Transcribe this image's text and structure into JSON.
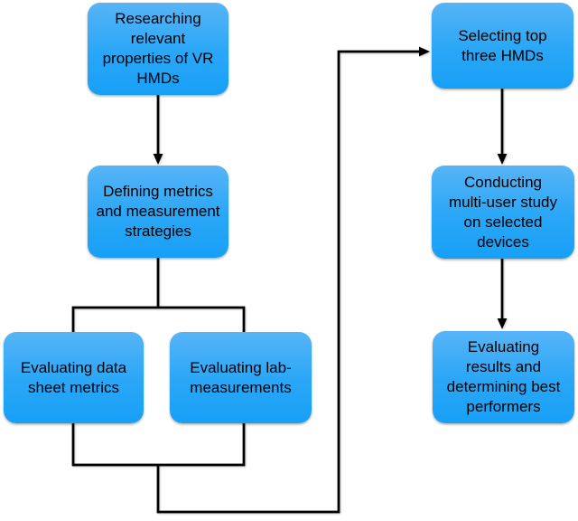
{
  "figure": {
    "type": "flowchart",
    "background_color": "#ffffff",
    "node_fill_top": "#57b4f7",
    "node_fill_bottom": "#17a0f7",
    "connector_color": "#000000",
    "text_color": "#000000"
  },
  "nodes": [
    {
      "id": "research",
      "label": "Researching\nrelevant\nproperties of VR\nHMDs"
    },
    {
      "id": "metrics",
      "label": "Defining metrics\nand measurement\nstrategies"
    },
    {
      "id": "datasheet",
      "label": "Evaluating data\nsheet metrics"
    },
    {
      "id": "lab",
      "label": "Evaluating lab-\nmeasurements"
    },
    {
      "id": "select",
      "label": "Selecting top\nthree HMDs"
    },
    {
      "id": "study",
      "label": "Conducting\nmulti-user study\non selected\ndevices"
    },
    {
      "id": "results",
      "label": "Evaluating\nresults and\ndetermining best\nperformers"
    }
  ],
  "edges": [
    {
      "from": "research",
      "to": "metrics",
      "arrowhead": true
    },
    {
      "from": "metrics",
      "to": "datasheet",
      "arrowhead": false
    },
    {
      "from": "metrics",
      "to": "lab",
      "arrowhead": false
    },
    {
      "from": "datasheet",
      "to": "select",
      "arrowhead": true
    },
    {
      "from": "lab",
      "to": "select",
      "arrowhead": true
    },
    {
      "from": "select",
      "to": "study",
      "arrowhead": true
    },
    {
      "from": "study",
      "to": "results",
      "arrowhead": true
    }
  ]
}
